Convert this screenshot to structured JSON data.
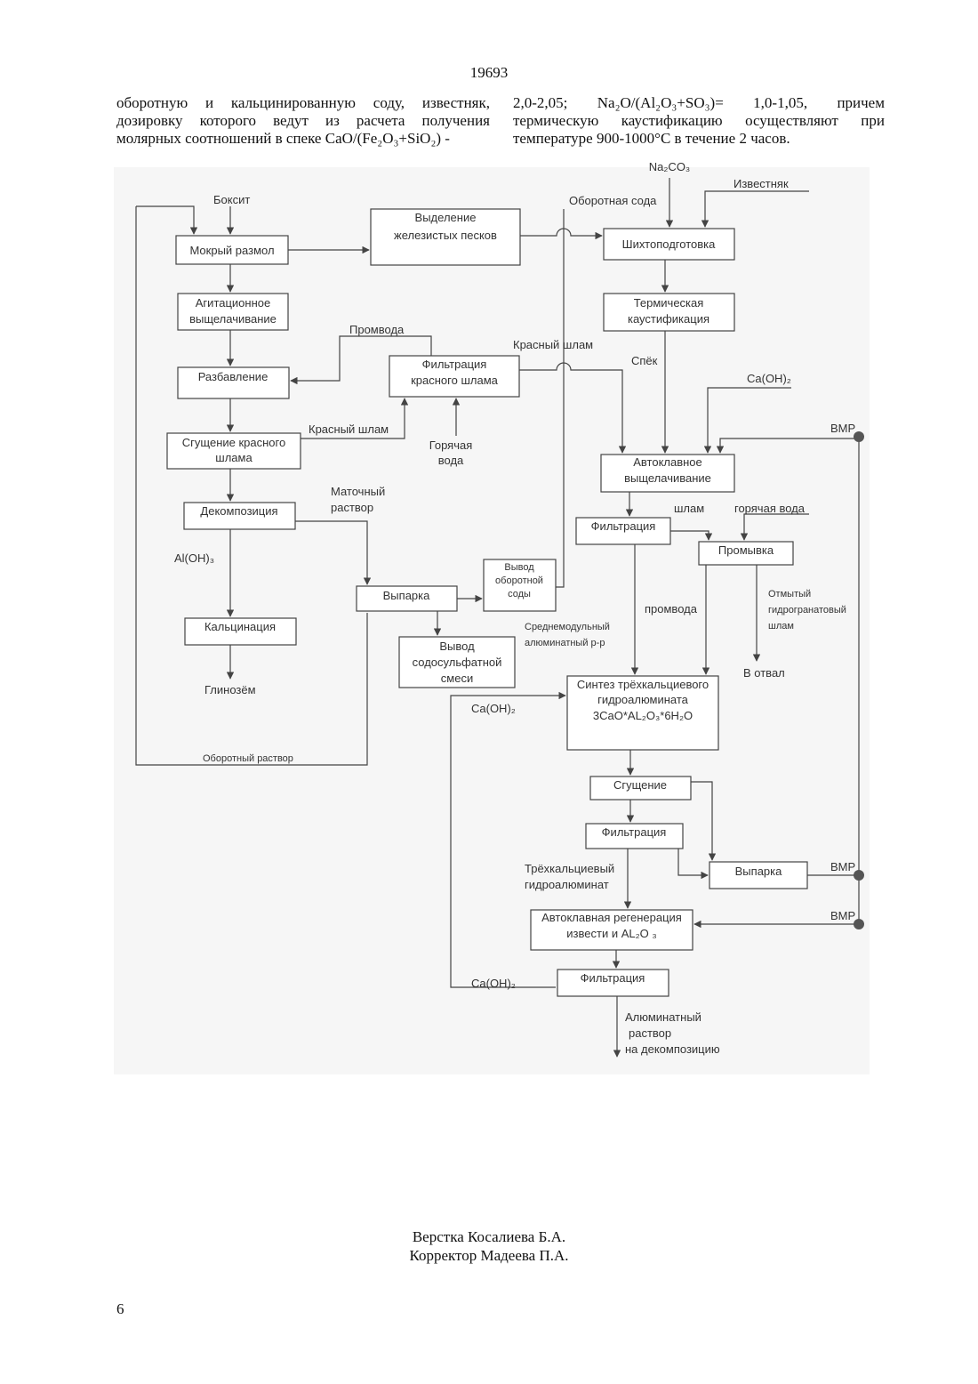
{
  "header": {
    "page_number": "19693"
  },
  "text": {
    "left": "оборотную и кальцинированную соду, известняк, дозировку которого ведут из расчета получения молярных соотношений в спеке CaO/(Fe₂O₃+SiO₂) -",
    "right": "2,0-2,05; Na₂O/(Al₂O₃+SO₃)= 1,0-1,05, причем термическую каустификацию осуществляют при температуре 900-1000°С в течение 2 часов."
  },
  "diagram": {
    "inputs": {
      "na2co3": "Na₂CO₃",
      "limestone": "Известняк",
      "bauxite": "Боксит",
      "recycle_soda": "Оборотная сода",
      "caoh2_top": "Ca(OH)₂",
      "caoh2_mid": "Ca(OH)₂",
      "caoh2_bot": "Ca(OH)₂"
    },
    "boxes": {
      "wet_grinding": "Мокрый размол",
      "iron_sands": [
        "Выделение",
        "железистых песков"
      ],
      "charge_prep": "Шихтоподготовка",
      "agitation": [
        "Агитационное",
        "выщелачивание"
      ],
      "thermal_caust": [
        "Термическая",
        "каустификация"
      ],
      "dilution": "Разбавление",
      "red_mud_filtration": [
        "Фильтрация",
        "красного шлама"
      ],
      "thickening": [
        "Сгущение красного",
        "шлама"
      ],
      "autoclave": [
        "Автоклавное",
        "выщелачивание"
      ],
      "decomposition": "Декомпозиция",
      "filtration_1": "Фильтрация",
      "washing": "Промывка",
      "evaporation_1": "Выпарка",
      "soda_output": [
        "Вывод",
        "оборотной",
        "соды"
      ],
      "calcination": "Кальцинация",
      "sulfate_output": [
        "Вывод",
        "содосульфатной",
        "смеси"
      ],
      "synthesis": [
        "Синтез трёхкальциевого",
        "гидроалюмината",
        "3CaO*AL₂O₃*6H₂O"
      ],
      "thickening_2": "Сгущение",
      "filtration_2": "Фильтрация",
      "evaporation_2": "Выпарка",
      "regeneration": [
        "Автоклавная регенерация",
        "извести и AL₂O ₃"
      ],
      "filtration_3": "Фильтрация"
    },
    "labels": {
      "wash_water": "Промвода",
      "red_mud_1": "Красный  шлам",
      "red_mud_2": "Красный шлам",
      "sinter": "Спёк",
      "hot_water": [
        "Горячая",
        "вода"
      ],
      "vmr_1": "ВМР",
      "vmr_2": "ВМР",
      "vmr_3": "ВМР",
      "mother_liquor": [
        "Маточный",
        "раствор"
      ],
      "sludge": "шлам",
      "hot_water_2": "горячая вода",
      "aloh3": "Al(OH)₃",
      "wash_water_2": "промвода",
      "washed_sludge": [
        "Отмытый",
        "гидрогранатовый",
        "шлам"
      ],
      "medium_modulus": [
        "Среднемодульный",
        "алюминатный р-р"
      ],
      "to_dump": "В отвал",
      "alumina": "Глинозём",
      "recycle_solution": "Оборотный раствор",
      "tricalcium": [
        "Трёхкальциевый",
        "гидроалюминат"
      ],
      "aluminate_out": [
        "Алюминатный",
        "раствор",
        "на декомпозицию"
      ]
    }
  },
  "footer": {
    "layout": "Верстка Косалиева Б.А.",
    "corrector": "Корректор Мадеева П.А.",
    "page": "6"
  }
}
